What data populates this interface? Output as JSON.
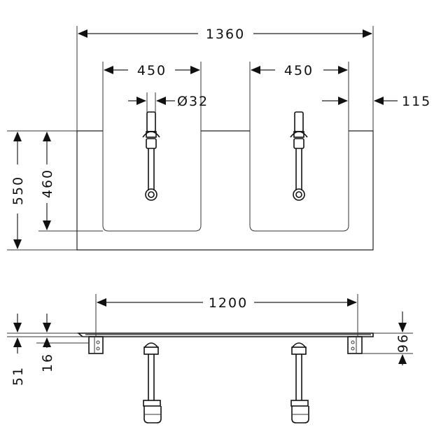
{
  "dimensions": {
    "total_width": "1360",
    "basin_left_width": "450",
    "basin_right_width": "450",
    "diameter": "Ø32",
    "edge_offset": "115",
    "outer_depth": "550",
    "inner_depth": "460",
    "support_width": "1200",
    "bracket_height": "96",
    "side_height": "51",
    "top_thickness": "16"
  }
}
